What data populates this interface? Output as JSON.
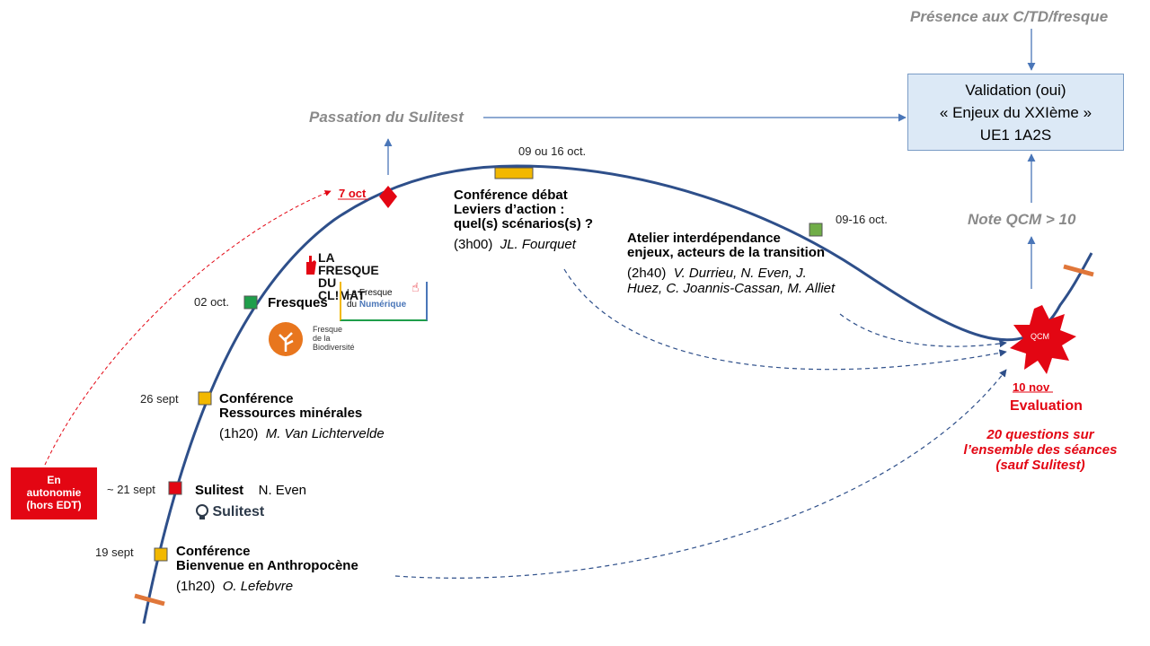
{
  "top_label": "Présence aux C/TD/fresque",
  "validation": {
    "line1": "Validation (oui)",
    "line2": "« Enjeux du XXIème »",
    "line3": "UE1 1A2S"
  },
  "passation": "Passation du Sulitest",
  "note_qcm": "Note  QCM > 10",
  "milestone_7oct": "7 oct",
  "events": {
    "anthropocene": {
      "date": "19 sept",
      "title1": "Conférence",
      "title2": "Bienvenue en Anthropocène",
      "duration": "(1h20)",
      "speaker": "O. Lefebvre"
    },
    "sulitest": {
      "date": "~ 21 sept",
      "title": "Sulitest",
      "speaker": "N. Even",
      "logo_text": "Sulitest"
    },
    "ressources": {
      "date": "26 sept",
      "title1": "Conférence",
      "title2": "Ressources minérales",
      "duration": "(1h20)",
      "speaker": "M. Van Lichtervelde"
    },
    "fresques": {
      "date": "02 oct.",
      "title": "Fresques",
      "logo_climat_1": "LA FRESQUE",
      "logo_climat_2": "DU CL!MAT",
      "logo_num_1": "La Fresque",
      "logo_num_2": "du",
      "logo_num_3": "Numérique",
      "logo_bio_1": "Fresque",
      "logo_bio_2": "de la",
      "logo_bio_3": "Biodiversité"
    },
    "debat": {
      "date": "09 ou 16 oct.",
      "title1": "Conférence débat",
      "title2": "Leviers d’action :",
      "title3": "quel(s) scénarios(s) ?",
      "duration": "(3h00)",
      "speaker": "JL. Fourquet"
    },
    "atelier": {
      "date": "09-16 oct.",
      "title1": "Atelier interdépendance",
      "title2": "enjeux, acteurs de la transition",
      "duration": "(2h40)",
      "speakers1": "V. Durrieu, N. Even, J.",
      "speakers2": "Huez, C. Joannis-Cassan, M. Alliet"
    }
  },
  "qcm": {
    "star_label": "QCM",
    "date": "10 nov",
    "label": "Evaluation",
    "desc1": "20 questions sur",
    "desc2": "l’ensemble des séances",
    "desc3": "(sauf Sulitest)"
  },
  "autonomie": {
    "line1": "En",
    "line2": "autonomie",
    "line3": "(hors EDT)"
  },
  "colors": {
    "curve": "#2e4f8a",
    "marker_yellow": "#f2b800",
    "marker_green": "#1f9e4a",
    "marker_green_light": "#70ad47",
    "marker_red": "#e30613",
    "tick_orange": "#e0773a",
    "arrow_blue": "#4a76b8",
    "grey_text": "#8a8a8a"
  }
}
